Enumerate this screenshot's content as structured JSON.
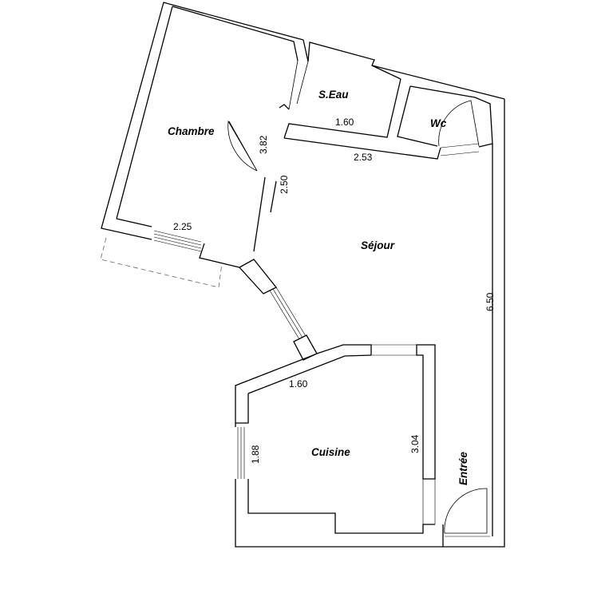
{
  "rooms": {
    "chambre": "Chambre",
    "seau": "S.Eau",
    "wc": "Wc",
    "sejour": "Séjour",
    "cuisine": "Cuisine",
    "entree": "Entrée"
  },
  "dimensions": {
    "chambre_width": "2.25",
    "chambre_depth": "3.82",
    "chambre_partition": "2.50",
    "seau_width": "1.60",
    "sejour_top": "2.53",
    "sejour_length": "6.50",
    "cuisine_top": "1.60",
    "cuisine_left": "1.88",
    "cuisine_right": "3.04"
  }
}
